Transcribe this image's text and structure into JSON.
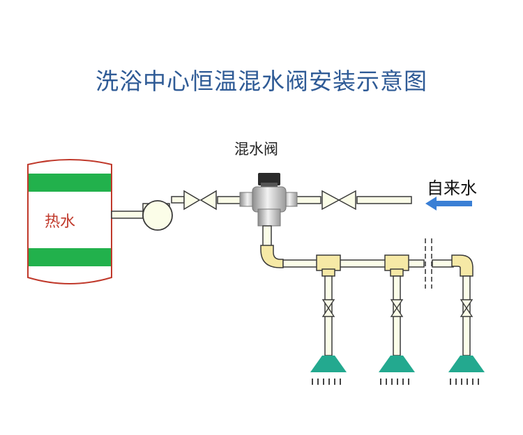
{
  "title": "洗浴中心恒温混水阀安装示意图",
  "labels": {
    "valve": "混水阀",
    "tap_water": "自来水",
    "hot_water": "热水"
  },
  "colors": {
    "title": "#2f5b96",
    "pipe_fill": "#fbfde8",
    "pipe_stroke": "#3a3a3a",
    "tank_border": "#c0392b",
    "tank_band": "#22b14c",
    "nozzle": "#23a98f",
    "arrow": "#3a7fd5",
    "tee": "#f6e9a6"
  },
  "icons": [
    "hot-water-tank",
    "pump",
    "gate-valve",
    "mixing-valve",
    "tee-fitting",
    "elbow-fitting",
    "shower-head",
    "flow-arrow"
  ]
}
